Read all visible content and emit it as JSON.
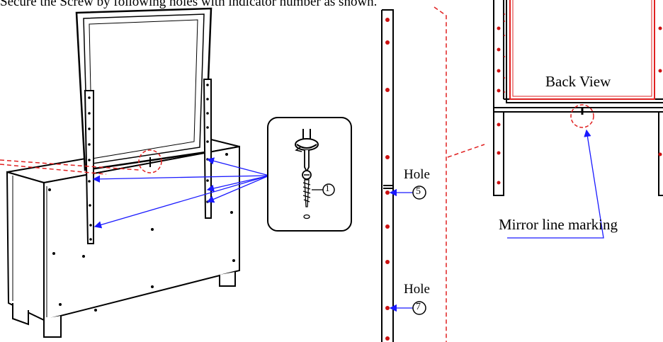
{
  "instruction": "Secure the Screw by following holes with indicator number as shown.",
  "screw_callout": {
    "part_number": "1"
  },
  "hole_labels": [
    {
      "label": "Hole",
      "number": "5"
    },
    {
      "label": "Hole",
      "number": "7"
    }
  ],
  "back_view_label": "Back View",
  "mirror_line_label": "Mirror line marking",
  "colors": {
    "arrow": "#1a1aff",
    "dashed": "#e02020",
    "hole_dot": "#cc1111",
    "line": "#000000"
  }
}
